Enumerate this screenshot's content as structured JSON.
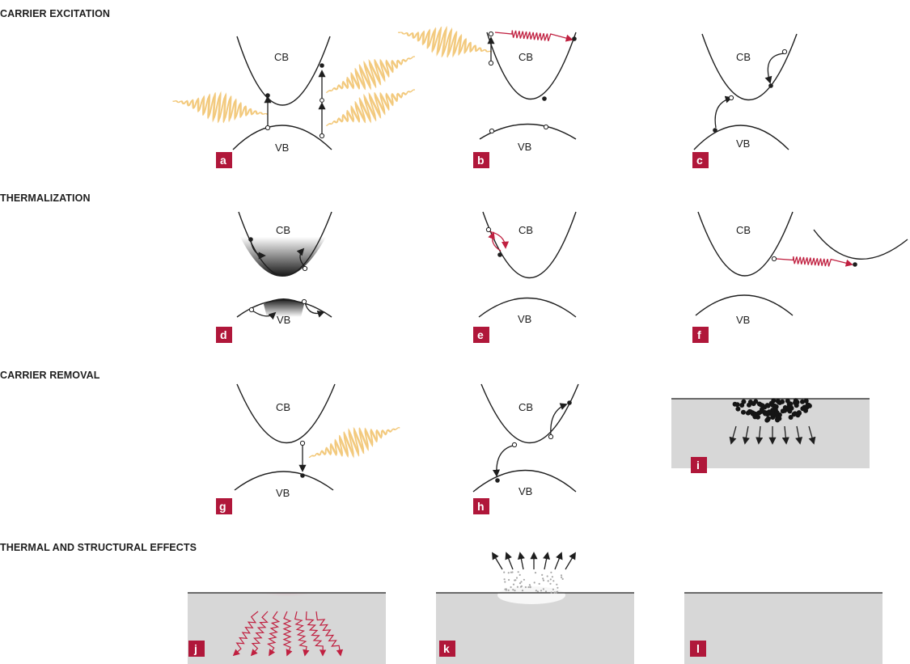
{
  "sections": [
    "CARRIER EXCITATION",
    "THERMALIZATION",
    "CARRIER REMOVAL",
    "THERMAL AND STRUCTURAL EFFECTS"
  ],
  "bands": {
    "conduction": "CB",
    "valence": "VB"
  },
  "panel_labels": [
    "a",
    "b",
    "c",
    "d",
    "e",
    "f",
    "g",
    "h",
    "i",
    "j",
    "k",
    "l"
  ],
  "colors": {
    "text": "#1e1e1e",
    "label_box": "#b0173a",
    "photon": "#f2c879",
    "phonon": "#c02040",
    "substrate": "#d7d7d7"
  }
}
